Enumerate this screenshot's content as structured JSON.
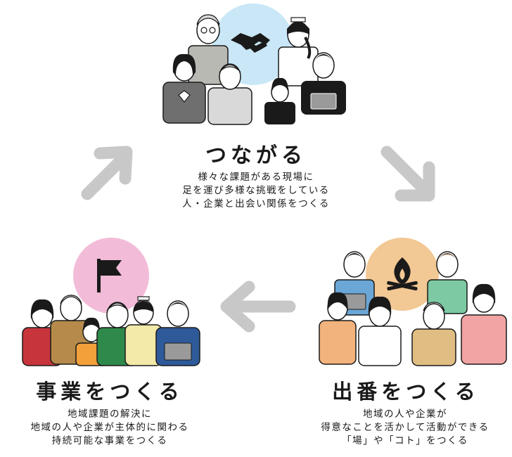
{
  "top": {
    "title": "つながる",
    "lines": [
      "様々な課題がある現場に",
      "足を運び多様な挑戦をしている",
      "人・企業と出会い関係をつくる"
    ],
    "circle_color": "#c9e7f6",
    "icon": "handshake-icon"
  },
  "right": {
    "title": "出番をつくる",
    "lines": [
      "地域の人や企業が",
      "得意なことを活かして活動ができる",
      "「場」や「コト」をつくる"
    ],
    "circle_color": "#f2c894",
    "icon": "campfire-icon"
  },
  "left": {
    "title": "事業をつくる",
    "lines": [
      "地域課題の解決に",
      "地域の人や企業が主体的に関わる",
      "持続可能な事業をつくる"
    ],
    "circle_color": "#f2bcd8",
    "icon": "flag-icon"
  },
  "colors": {
    "arrow": "#c8c8c8",
    "text": "#1a1a1a"
  }
}
